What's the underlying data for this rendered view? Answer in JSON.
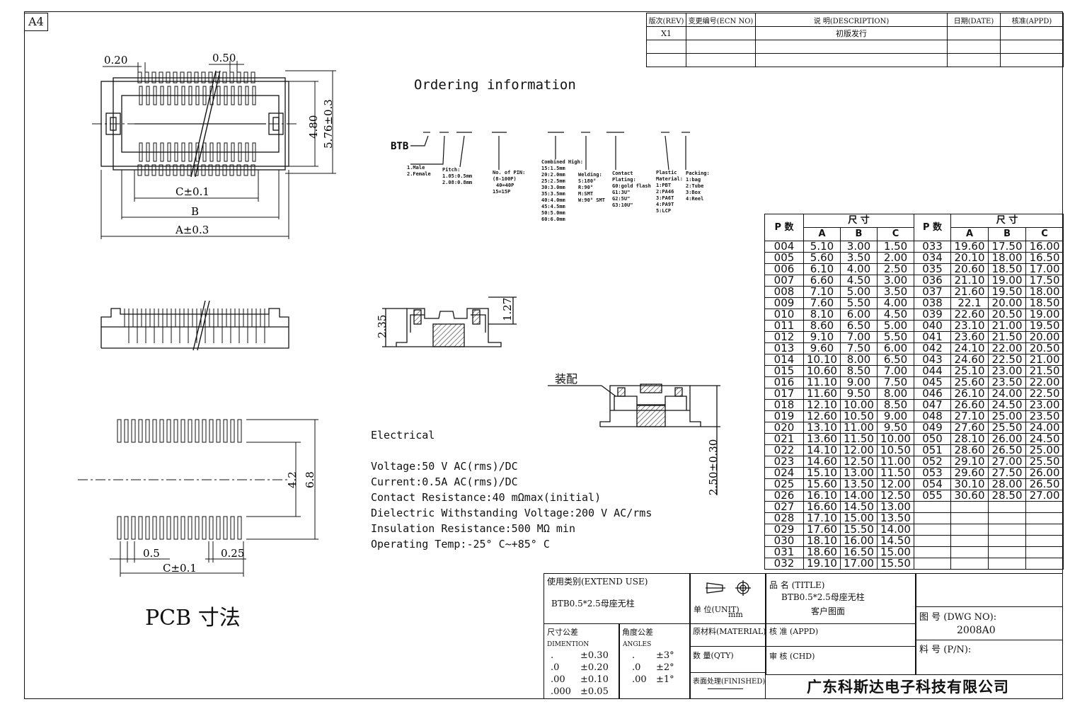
{
  "sheet": {
    "size_label": "A4"
  },
  "revision_block": {
    "headers": [
      "版次(REV)",
      "变更编号(ECN NO)",
      "说 明(DESCRIPTION)",
      "日期(DATE)",
      "核准(APPD)"
    ],
    "rows": [
      [
        "X1",
        "",
        "初版发行",
        "",
        ""
      ],
      [
        "",
        "",
        "",
        "",
        ""
      ],
      [
        "",
        "",
        "",
        "",
        ""
      ]
    ]
  },
  "ordering": {
    "title": "Ordering information",
    "prefix": "BTB",
    "gender": [
      "1.Male",
      "2.Female"
    ],
    "pitch": [
      "Pitch:",
      "1.05:0.5mm",
      "2.08:0.8mm"
    ],
    "pins": [
      "No. of PIN:",
      "(8-100P)",
      "40=40P",
      "15=15P"
    ],
    "height": [
      "Combined High:",
      "15:1.5mm",
      "20:2.0mm",
      "25:2.5mm",
      "30:3.0mm",
      "35:3.5mm",
      "40:4.0mm",
      "45:4.5mm",
      "50:5.0mm",
      "60:6.0mm"
    ],
    "welding": [
      "Welding:",
      "S:180°",
      "R:90°",
      "M:SMT",
      "W:90° SMT"
    ],
    "plating": [
      "Contact",
      "Plating:",
      "G0:gold flash",
      "G1:3U\"",
      "G2:5U\"",
      "G3:10U\""
    ],
    "material": [
      "Plastic",
      "Material:",
      "1:PBT",
      "2:PA46",
      "3:PA6T",
      "4:PA9T",
      "5:LCP"
    ],
    "packing": [
      "Packing:",
      "1:bag",
      "2:Tube",
      "3:Box",
      "4:Reel"
    ]
  },
  "dims": {
    "top_020": "0.20",
    "top_050": "0.50",
    "h480": "4.80",
    "h576": "5.76±0.3",
    "c01": "C±0.1",
    "b": "B",
    "a03": "A±0.3",
    "side_235": "2.35",
    "side_127": "1.27",
    "assembly_label": "装配",
    "mated_250": "2.50±0.30",
    "pcb_42": "4.2",
    "pcb_68": "6.8",
    "pcb_05": "0.5",
    "pcb_025": "0.25",
    "pcb_c01": "C±0.1",
    "pcb_title": "PCB 寸法"
  },
  "electrical": {
    "title": "Electrical",
    "lines": [
      "Voltage:50 V AC(rms)/DC",
      "Current:0.5A AC(rms)/DC",
      "Contact Resistance:40 mΩmax(initial)",
      "Dielectric Withstanding Voltage:200 V AC/rms",
      "Insulation Resistance:500 MΩ min",
      "Operating Temp:-25° C~+85° C"
    ]
  },
  "dimension_table": {
    "header_size": "尺  寸",
    "header_p": "P 数",
    "cols": [
      "A",
      "B",
      "C"
    ],
    "left": [
      [
        "004",
        "5.10",
        "3.00",
        "1.50"
      ],
      [
        "005",
        "5.60",
        "3.50",
        "2.00"
      ],
      [
        "006",
        "6.10",
        "4.00",
        "2.50"
      ],
      [
        "007",
        "6.60",
        "4.50",
        "3.00"
      ],
      [
        "008",
        "7.10",
        "5.00",
        "3.50"
      ],
      [
        "009",
        "7.60",
        "5.50",
        "4.00"
      ],
      [
        "010",
        "8.10",
        "6.00",
        "4.50"
      ],
      [
        "011",
        "8.60",
        "6.50",
        "5.00"
      ],
      [
        "012",
        "9.10",
        "7.00",
        "5.50"
      ],
      [
        "013",
        "9.60",
        "7.50",
        "6.00"
      ],
      [
        "014",
        "10.10",
        "8.00",
        "6.50"
      ],
      [
        "015",
        "10.60",
        "8.50",
        "7.00"
      ],
      [
        "016",
        "11.10",
        "9.00",
        "7.50"
      ],
      [
        "017",
        "11.60",
        "9.50",
        "8.00"
      ],
      [
        "018",
        "12.10",
        "10.00",
        "8.50"
      ],
      [
        "019",
        "12.60",
        "10.50",
        "9.00"
      ],
      [
        "020",
        "13.10",
        "11.00",
        "9.50"
      ],
      [
        "021",
        "13.60",
        "11.50",
        "10.00"
      ],
      [
        "022",
        "14.10",
        "12.00",
        "10.50"
      ],
      [
        "023",
        "14.60",
        "12.50",
        "11.00"
      ],
      [
        "024",
        "15.10",
        "13.00",
        "11.50"
      ],
      [
        "025",
        "15.60",
        "13.50",
        "12.00"
      ],
      [
        "026",
        "16.10",
        "14.00",
        "12.50"
      ],
      [
        "027",
        "16.60",
        "14.50",
        "13.00"
      ],
      [
        "028",
        "17.10",
        "15.00",
        "13.50"
      ],
      [
        "029",
        "17.60",
        "15.50",
        "14.00"
      ],
      [
        "030",
        "18.10",
        "16.00",
        "14.50"
      ],
      [
        "031",
        "18.60",
        "16.50",
        "15.00"
      ],
      [
        "032",
        "19.10",
        "17.00",
        "15.50"
      ]
    ],
    "right": [
      [
        "033",
        "19.60",
        "17.50",
        "16.00"
      ],
      [
        "034",
        "20.10",
        "18.00",
        "16.50"
      ],
      [
        "035",
        "20.60",
        "18.50",
        "17.00"
      ],
      [
        "036",
        "21.10",
        "19.00",
        "17.50"
      ],
      [
        "037",
        "21.60",
        "19.50",
        "18.00"
      ],
      [
        "038",
        "22.1",
        "20.00",
        "18.50"
      ],
      [
        "039",
        "22.60",
        "20.50",
        "19.00"
      ],
      [
        "040",
        "23.10",
        "21.00",
        "19.50"
      ],
      [
        "041",
        "23.60",
        "21.50",
        "20.00"
      ],
      [
        "042",
        "24.10",
        "22.00",
        "20.50"
      ],
      [
        "043",
        "24.60",
        "22.50",
        "21.00"
      ],
      [
        "044",
        "25.10",
        "23.00",
        "21.50"
      ],
      [
        "045",
        "25.60",
        "23.50",
        "22.00"
      ],
      [
        "046",
        "26.10",
        "24.00",
        "22.50"
      ],
      [
        "047",
        "26.60",
        "24.50",
        "23.00"
      ],
      [
        "048",
        "27.10",
        "25.00",
        "23.50"
      ],
      [
        "049",
        "27.60",
        "25.50",
        "24.00"
      ],
      [
        "050",
        "28.10",
        "26.00",
        "24.50"
      ],
      [
        "051",
        "28.60",
        "26.50",
        "25.00"
      ],
      [
        "052",
        "29.10",
        "27.00",
        "25.50"
      ],
      [
        "053",
        "29.60",
        "27.50",
        "26.00"
      ],
      [
        "054",
        "30.10",
        "28.00",
        "26.50"
      ],
      [
        "055",
        "30.60",
        "28.50",
        "27.00"
      ],
      [
        "",
        "",
        "",
        ""
      ],
      [
        "",
        "",
        "",
        ""
      ],
      [
        "",
        "",
        "",
        ""
      ],
      [
        "",
        "",
        "",
        ""
      ],
      [
        "",
        "",
        "",
        ""
      ],
      [
        "",
        "",
        "",
        ""
      ]
    ]
  },
  "title_block": {
    "extend_use_label": "使用类别(EXTEND  USE)",
    "extend_use_value": "BTB0.5*2.5母座无柱",
    "unit_label": "单 位(UNIT)",
    "unit_value": "mm",
    "tol_label": "尺寸公差",
    "tol_sub": "DIMENTION",
    "tol_rows": [
      [
        ".",
        "±0.30"
      ],
      [
        ".0",
        "±0.20"
      ],
      [
        ".00",
        "±0.10"
      ],
      [
        ".000",
        "±0.05"
      ]
    ],
    "ang_label": "角度公差",
    "ang_sub": "ANGLES",
    "ang_rows": [
      [
        ".",
        "±3°"
      ],
      [
        ".0",
        "±2°"
      ],
      [
        ".00",
        "±1°"
      ]
    ],
    "material_label": "原材料(MATERIAL)",
    "qty_label": "数 量(QTY)",
    "finish_label": "表面处理(FINISHED)",
    "title_label": "品 名 (TITLE)",
    "title_value1": "BTB0.5*2.5母座无柱",
    "title_value2": "客户图面",
    "appd_label": "核 准 (APPD)",
    "chd_label": "审 核 (CHD)",
    "dwg_label": "图 号 (DWG NO):",
    "dwg_value": "2008A0",
    "part_label": "料 号 (P/N):",
    "company": "广东科斯达电子科技有限公司"
  }
}
